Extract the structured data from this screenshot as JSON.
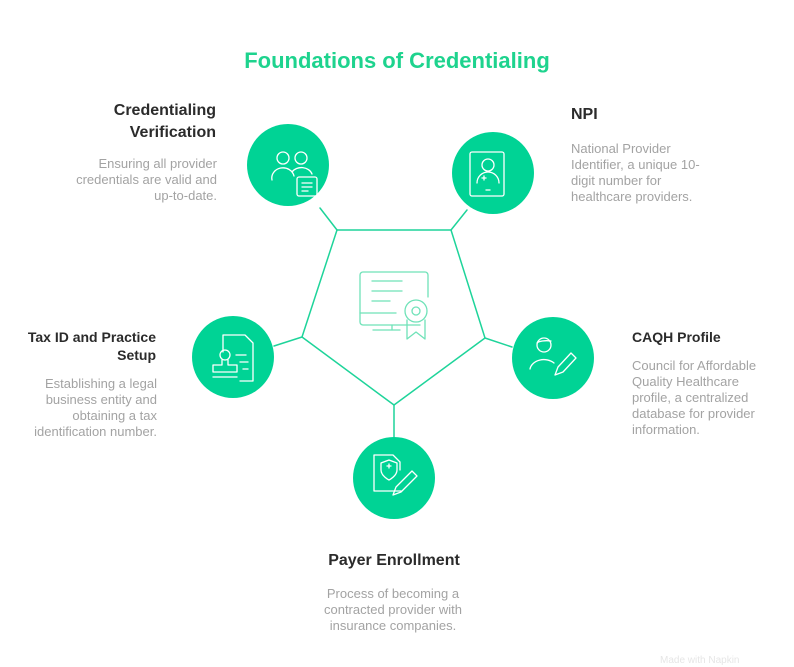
{
  "title": "Foundations of Credentialing",
  "colors": {
    "accent": "#00d395",
    "title": "#1ed38e"
  },
  "center_icon": "certificate-monitor-icon",
  "nodes": [
    {
      "title": "Credentialing Verification",
      "description": "Ensuring all provider credentials are valid and up-to-date.",
      "icon": "users-document-icon"
    },
    {
      "title": "NPI",
      "description": "National Provider Identifier, a unique 10-digit number for healthcare providers.",
      "icon": "id-badge-icon"
    },
    {
      "title": "CAQH Profile",
      "description": "Council for Affordable Quality Healthcare profile, a centralized database for provider information.",
      "icon": "user-edit-icon"
    },
    {
      "title": "Payer Enrollment",
      "description": "Process of becoming a contracted provider with insurance companies.",
      "icon": "insurance-document-edit-icon"
    },
    {
      "title": "Tax ID and Practice Setup",
      "description": "Establishing a legal business entity and obtaining a tax identification number.",
      "icon": "stamp-document-icon"
    }
  ],
  "watermark": "Made with Napkin"
}
